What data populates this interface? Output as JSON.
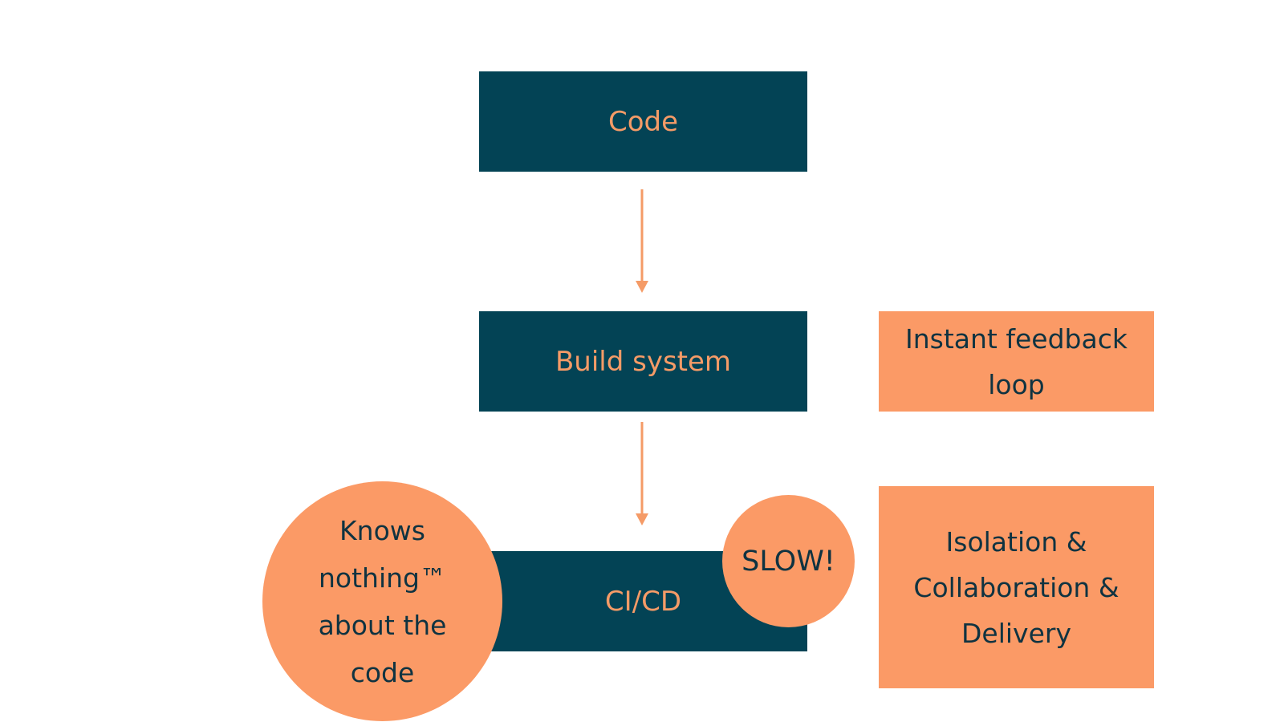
{
  "nodes": {
    "code": "Code",
    "build_system": "Build system",
    "cicd": "CI/CD"
  },
  "annotations": {
    "feedback": [
      "Instant feedback",
      "loop"
    ],
    "isolation": [
      "Isolation &",
      "Collaboration &",
      "Delivery"
    ],
    "knows_nothing": [
      "Knows",
      "nothing™",
      "about the",
      "code"
    ],
    "slow": "SLOW!"
  },
  "colors": {
    "node_fill": "#034355",
    "node_text": "#F59B67",
    "accent_fill": "#FB9A66",
    "accent_text": "#0F3341",
    "arrow": "#F59B67"
  }
}
